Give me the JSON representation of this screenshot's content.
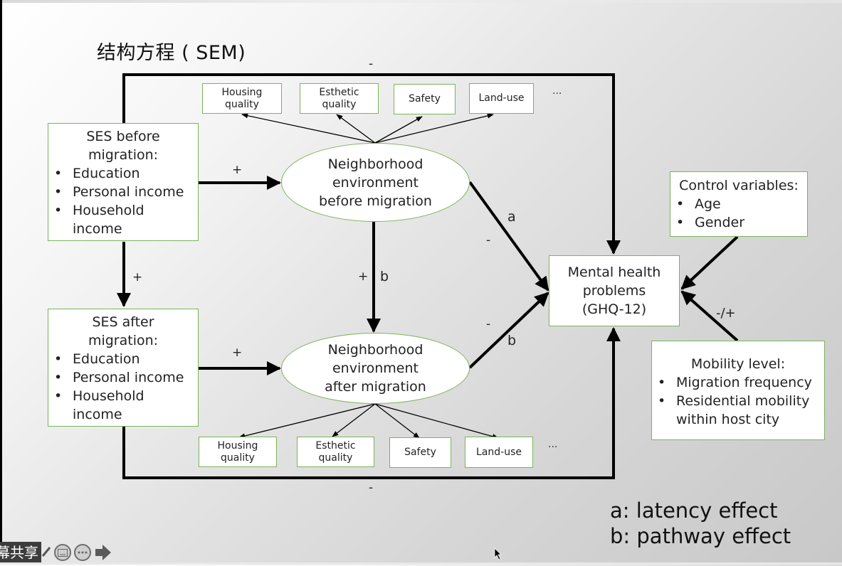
{
  "slide": {
    "title": "结构方程 ( SEM)"
  },
  "nodes": {
    "ses_before": {
      "head": [
        "SES before",
        "migration:"
      ],
      "items": [
        "Education",
        "Personal income",
        "Household income"
      ]
    },
    "ses_after": {
      "head": [
        "SES after",
        "migration:"
      ],
      "items": [
        "Education",
        "Personal income",
        "Household income"
      ]
    },
    "env_before": [
      "Neighborhood",
      "environment",
      "before migration"
    ],
    "env_after": [
      "Neighborhood",
      "environment",
      "after migration"
    ],
    "mental_health": [
      "Mental health",
      "problems",
      "(GHQ-12)"
    ],
    "control": {
      "head": "Control variables:",
      "items": [
        "Age",
        "Gender"
      ]
    },
    "mobility": {
      "head": "Mobility level:",
      "items": [
        "Migration frequency",
        "Residential mobility within host city"
      ]
    },
    "indicators_top": [
      [
        "Housing",
        "quality"
      ],
      [
        "Esthetic",
        "quality"
      ],
      [
        "Safety"
      ],
      [
        "Land-use"
      ]
    ],
    "indicators_bottom": [
      [
        "Housing",
        "quality"
      ],
      [
        "Esthetic",
        "quality"
      ],
      [
        "Safety"
      ],
      [
        "Land-use"
      ]
    ],
    "ellipsis": "···"
  },
  "edge_labels": {
    "top_loop": "-",
    "bottom_loop": "-",
    "ses_before_to_env": "+",
    "ses_after_to_env": "+",
    "ses_before_to_after": "+",
    "env_before_to_after_sign": "+",
    "env_before_to_after_path": "b",
    "env_before_to_mh_path": "a",
    "env_before_to_mh_sign": "-",
    "env_after_to_mh_sign": "-",
    "env_after_to_mh_path": "b",
    "mobility_to_mh": "-/+"
  },
  "legend": {
    "a": "a: latency effect",
    "b": "b: pathway effect"
  },
  "toolbar": {
    "share_label": "屏幕共享",
    "pen_icon": "pen-icon",
    "subtitle_icon": "subtitle-icon",
    "more_icon": "more-icon",
    "next_icon": "arrow-right-icon"
  }
}
